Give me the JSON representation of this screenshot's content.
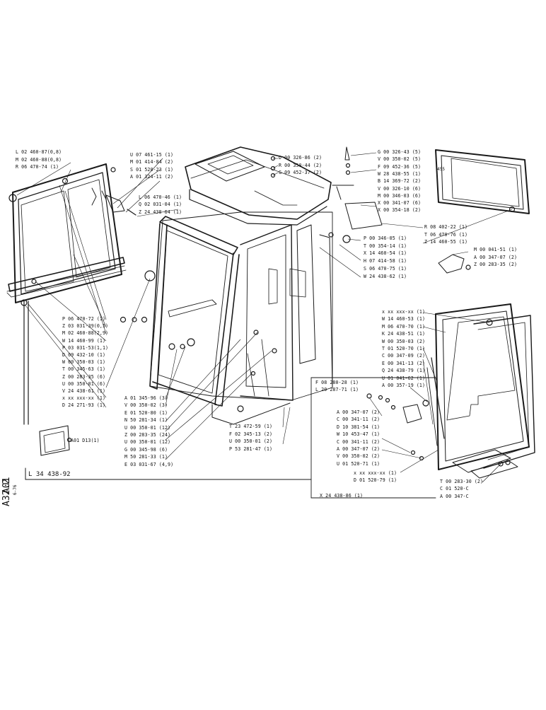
{
  "sheet": {
    "ref_a": "A01",
    "ref_b": "A32.2",
    "date": "6-76",
    "assembly_code": "L 34 438-92",
    "bottom_code": "X 24 438-86 (1)",
    "inset_ref": "A01 D13(1)",
    "door_small_label": "455"
  },
  "label_groups": {
    "left_window_top": [
      "L 02 460-87(0,8)",
      "M 02 460-88(0,8)",
      "R 06 470-74 (1)"
    ],
    "roof_left": [
      "U 07 461-15 (1)",
      "M 01 414-84 (2)",
      "S 01 520-23 (1)",
      "A 01 324-11 (2)"
    ],
    "roof_left_low": [
      "L 06 470-46 (1)",
      "Q 02 031-04 (1)",
      "Z 24 438-64 (1)"
    ],
    "roof_center": [
      "D 00 326-86 (2)",
      "R 00 350-44 (2)",
      "G 09 452-37 (2)"
    ],
    "roof_right": [
      "G 00 326-43 (5)",
      "V 00 350-02 (5)",
      "F 09 452-36 (5)",
      "W 28 438-55 (1)",
      "B 14 369-72 (2)",
      "V 00 326-10 (6)",
      "M 00 346-03 (6)",
      "X 00 341-07 (6)",
      "X 00 354-18 (2)"
    ],
    "roof_right_low": [
      "P 00 346-05 (1)",
      "T 00 354-14 (1)",
      "X 14 460-54 (1)",
      "H 07 414-58 (1)",
      "S 06 470-75 (1)",
      "W 24 438-62 (1)"
    ],
    "right_window": [
      "R 08 402-22 (1)",
      "T 06 470-76 (1)",
      "Z 14 460-55 (1)"
    ],
    "right_small": [
      "M 00 041-51 (1)",
      "A 00 347-07 (2)",
      "Z 00 283-35 (2)"
    ],
    "left_mid": [
      "P 06 470-72 (1)",
      "Z 03 031-39(0,5)",
      "M 02 460-88(2,9)",
      "W 14 460-99 (1)",
      "P 03 031-53(1,1)",
      "D 09 432-10 (1)",
      "W 00 350-03 (1)",
      "T 00 345-63 (1)",
      "Z 00 283-35 (6)",
      "U 00 350-01 (6)",
      "V 24 438-61 (1)",
      "x xx xxx-xx (1)",
      "D 24 271-93 (1)"
    ],
    "center_bottom": [
      "A 01 345-96 (3)",
      "V 00 350-02 (3)",
      "E 01 520-80 (1)",
      "N 50 281-34 (1)",
      "U 00 350-01 (12)",
      "Z 00 283-35 (24)",
      "U 00 350-01 (12)",
      "G 00 345-98 (6)",
      "M 50 281-33 (1)",
      "E 03 031-67 (4,9)"
    ],
    "door_bottom": [
      "T 23 472-59 (1)",
      "F 02 345-13 (2)",
      "U 00 350-01 (2)",
      "P 53 281-47 (1)"
    ],
    "door_right": [
      "x xx xxx-xx (1)",
      "W 14 460-53 (1)",
      "M 06 470-70 (1)",
      "K 24 438-51 (1)",
      "W 00 350-03 (2)",
      "T 01 520-70 (1)",
      "C 00 347-09 (2)",
      "E 00 341-13 (2)",
      "Q 24 438-79 (1)",
      "U 01 041-62 (1)",
      "A 00 357-19 (1)"
    ],
    "hinge_left": [
      "F 08 280-28 (1)",
      "L 20 287-71 (1)"
    ],
    "hinge_stack": [
      "A 00 347-07 (2)",
      "C 00 341-11 (2)",
      "D 10 381-54 (1)",
      "W 10 453-47 (1)",
      "C 00 341-11 (2)",
      "A 00 347-07 (2)",
      "V 00 350-02 (2)",
      "U 01 520-71 (1)"
    ],
    "door_lower": [
      "x xx xxx-xx (1)",
      "D 01 520-79 (1)"
    ],
    "door_lower_right": [
      "T 00 283-30 (2)",
      "C 01 520-C",
      "A 00 347-C"
    ]
  }
}
